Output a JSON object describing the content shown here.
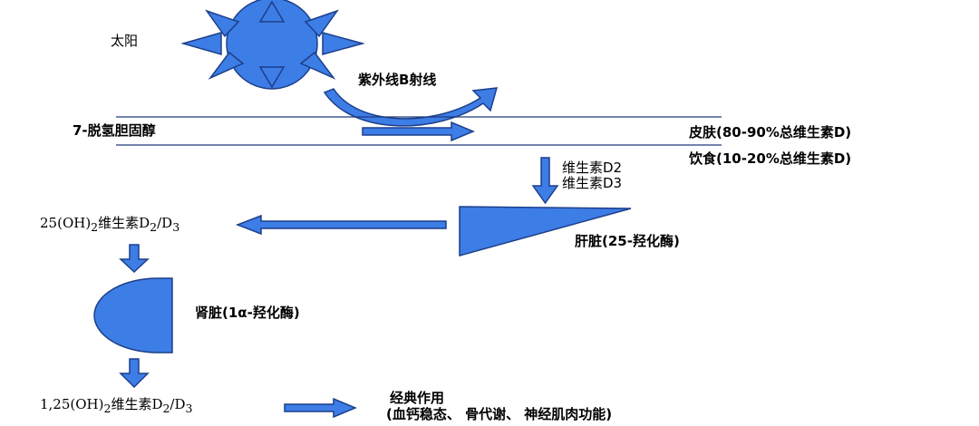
{
  "labels": {
    "sun": "太阳",
    "uvb": "紫外线B射线",
    "dehydrocholesterol": "7-脱氢胆固醇",
    "skin": "皮肤(80-90%总维生素D)",
    "diet": "饮食(10-20%总维生素D)",
    "vitd2": "维生素D2",
    "vitd3": "维生素D3",
    "liver": "肝脏(25-羟化酶)",
    "kidney": "肾脏(1α-羟化酶)",
    "classic_effects": "经典作用",
    "classic_effects_detail": "(血钙稳态、 骨代谢、 神经肌肉功能)"
  },
  "calcidiol": {
    "prefix": "25(OH)",
    "sub1": "2",
    "name": "维生素D",
    "sub2": "2",
    "sep": "/D",
    "sub3": "3"
  },
  "calcitriol": {
    "prefix": "1,25(OH)",
    "sub1": "2",
    "name": "维生素D",
    "sub2": "2",
    "sep": "/D",
    "sub3": "3"
  },
  "colors": {
    "shape_fill": "#3d7de6",
    "shape_stroke": "#1d3f8a",
    "line": "#1f3a7a"
  }
}
